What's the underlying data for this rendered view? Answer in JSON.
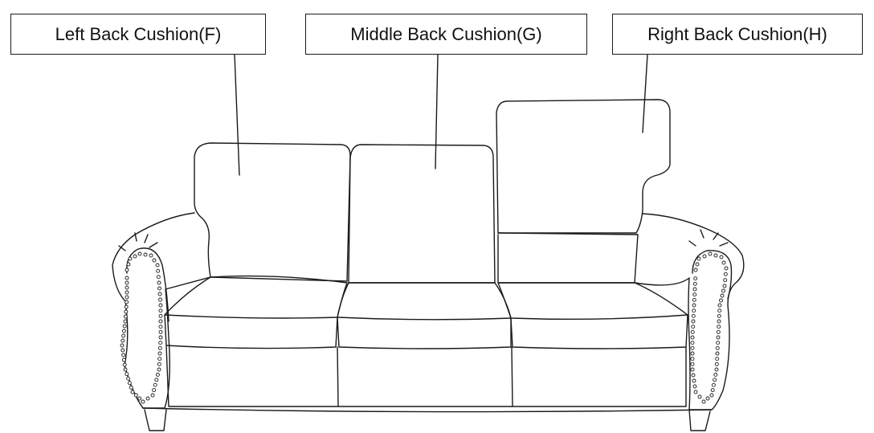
{
  "labels": {
    "left": "Left Back Cushion(F)",
    "middle": "Middle Back Cushion(G)",
    "right": "Right Back Cushion(H)"
  },
  "colors": {
    "line": "#1a1a1a",
    "background": "#ffffff"
  }
}
